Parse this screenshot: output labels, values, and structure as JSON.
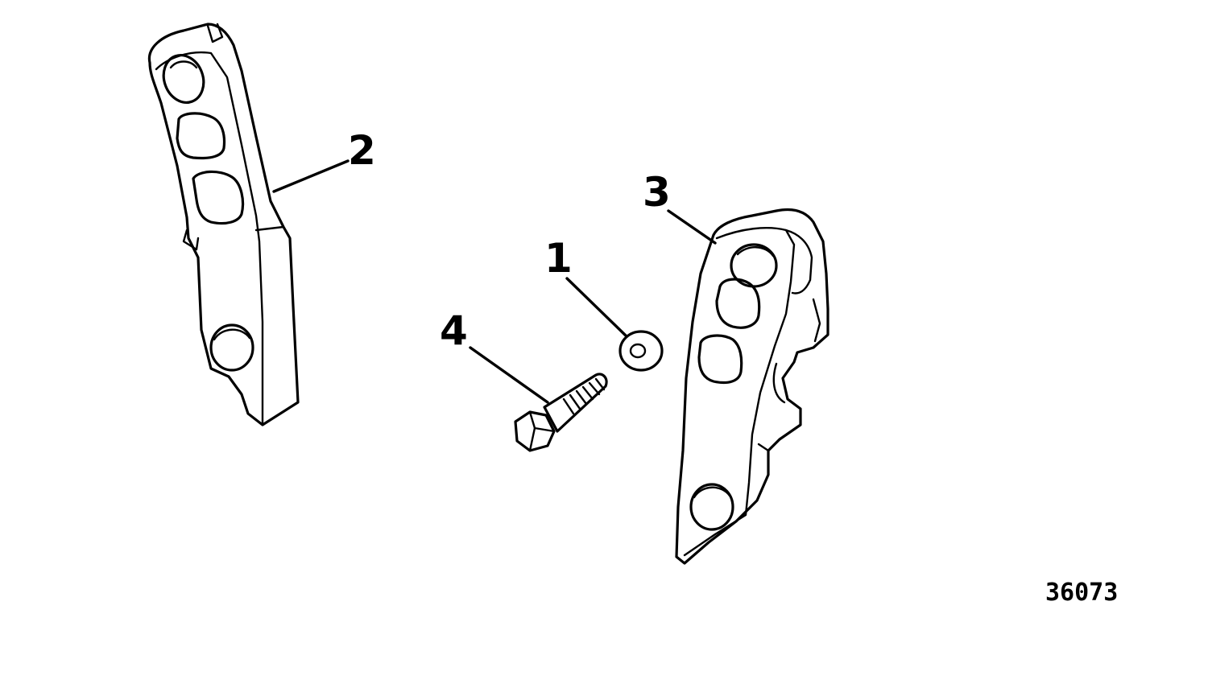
{
  "callouts": {
    "washer": "1",
    "bracket_left": "2",
    "bracket_right": "3",
    "bolt": "4"
  },
  "figure_number": "36073",
  "colors": {
    "ink": "#000000",
    "paper": "#ffffff"
  }
}
